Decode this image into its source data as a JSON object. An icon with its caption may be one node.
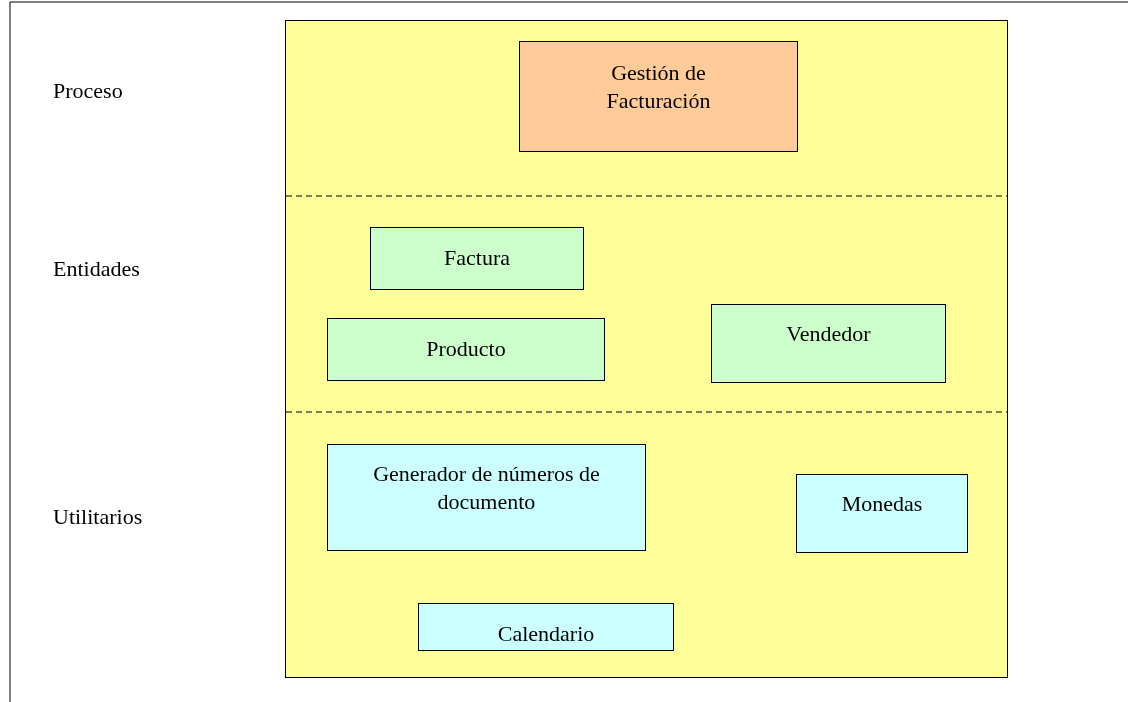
{
  "diagram": {
    "nodes": [
      {
        "text": [],
        "shape": "box"
      },
      {
        "text": [
          "Gestión de Facturación"
        ],
        "in": 0
      },
      {
        "text": [
          "Factura"
        ],
        "in": 0
      },
      {
        "text": [
          "Producto"
        ],
        "in": 0
      },
      {
        "text": [
          "Vendedor"
        ],
        "in": 0
      },
      {
        "text": [
          "Generador de números de documento"
        ],
        "in": 0
      },
      {
        "text": [
          "Monedas"
        ],
        "in": 0
      },
      {
        "text": [
          "Calendario"
        ],
        "in": 0
      }
    ],
    "labels": [
      "Proceso",
      "Entidades",
      "Utilitarios"
    ]
  }
}
